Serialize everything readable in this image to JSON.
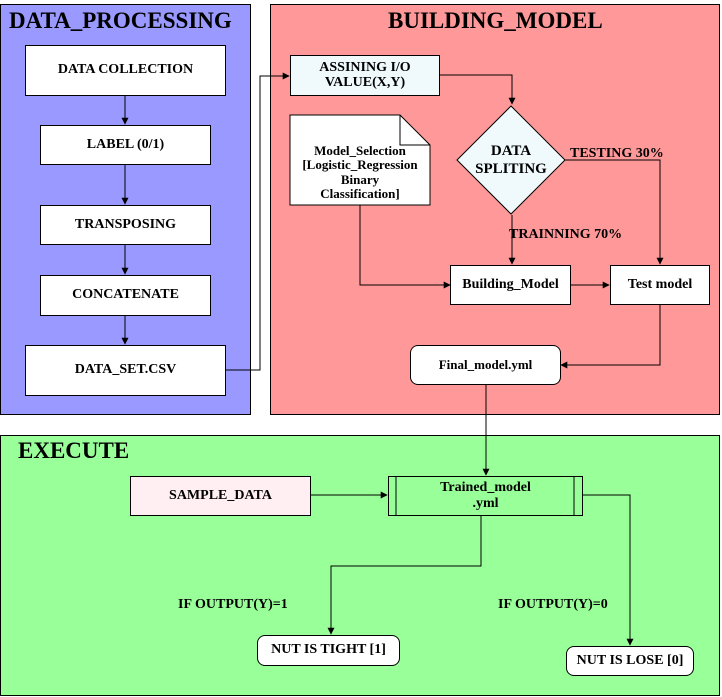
{
  "regions": {
    "data_processing": {
      "title": "DATA_PROCESSING",
      "fill": "#9999ff"
    },
    "building_model": {
      "title": "BUILDING_MODEL",
      "fill": "#ff9999"
    },
    "execute": {
      "title": "EXECUTE",
      "fill": "#99ff99"
    }
  },
  "nodes": {
    "data_collection": "DATA COLLECTION",
    "label": "LABEL (0/1)",
    "transposing": "TRANSPOSING",
    "concatenate": "CONCATENATE",
    "data_set": "DATA_SET.CSV",
    "assigning_line1": "ASSINING I/O",
    "assigning_line2": "VALUE(X,Y)",
    "model_selection_line1": "Model_Selection",
    "model_selection_line2": "[Logistic_Regression",
    "model_selection_line3": "Binary",
    "model_selection_line4": "Classification]",
    "data_spliting_line1": "DATA",
    "data_spliting_line2": "SPLITING",
    "building_model": "Building_Model",
    "test_model": "Test model",
    "final_model": "Final_model.yml",
    "sample_data": "SAMPLE_DATA",
    "trained_model_line1": "Trained_model",
    "trained_model_line2": ".yml",
    "nut_tight": "NUT IS TIGHT [1]",
    "nut_lose": "NUT IS LOSE [0]"
  },
  "edge_labels": {
    "testing": "TESTING 30%",
    "training": "TRAINNING 70%",
    "output_1": "IF OUTPUT(Y)=1",
    "output_0": "IF OUTPUT(Y)=0"
  },
  "colors": {
    "assigning_fill": "#f0fafd",
    "sample_fill": "#ffeef2",
    "white": "#ffffff"
  }
}
